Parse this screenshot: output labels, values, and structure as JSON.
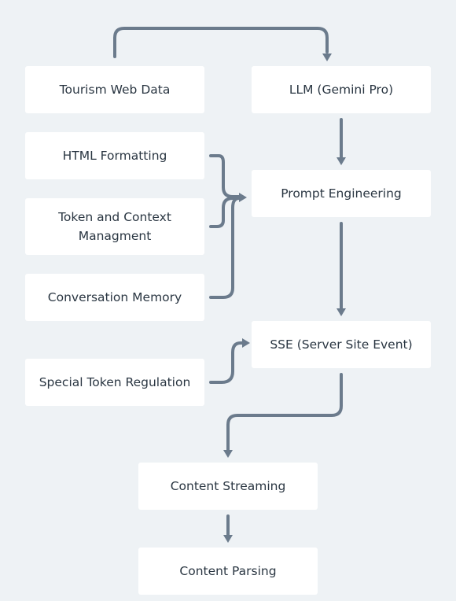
{
  "diagram": {
    "nodes": {
      "tourism_web_data": "Tourism Web Data",
      "llm": "LLM (Gemini Pro)",
      "html_formatting": "HTML Formatting",
      "prompt_engineering": "Prompt Engineering",
      "token_context_line1": "Token and Context",
      "token_context_line2": "Managment",
      "conversation_memory": "Conversation Memory",
      "sse": "SSE (Server Site Event)",
      "special_token_regulation": "Special Token Regulation",
      "content_streaming": "Content Streaming",
      "content_parsing": "Content Parsing"
    },
    "colors": {
      "background": "#eef2f5",
      "box": "#ffffff",
      "text": "#2a3642",
      "connector": "#6b7b8c"
    }
  }
}
